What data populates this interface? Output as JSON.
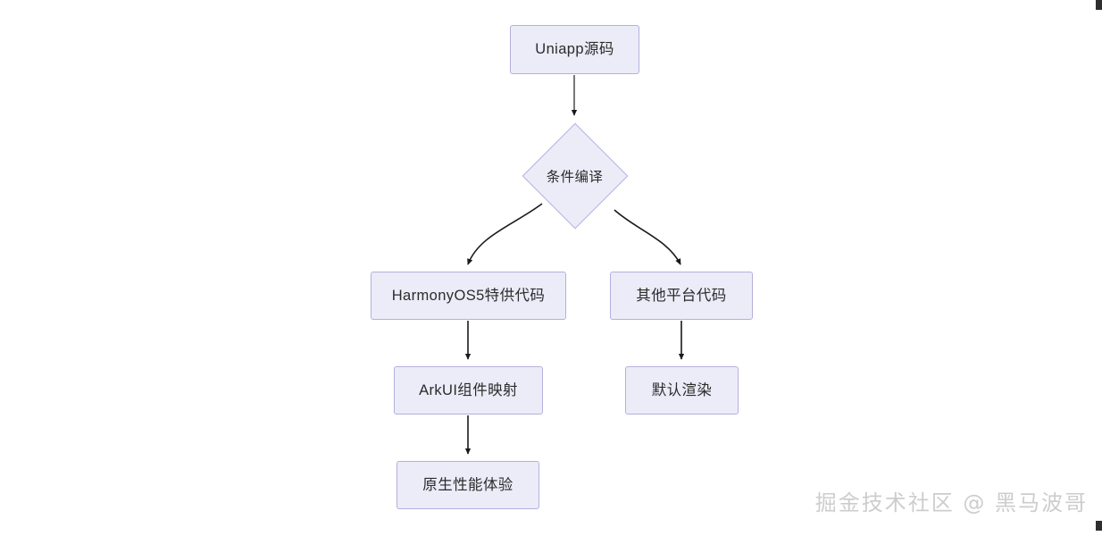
{
  "diagram": {
    "type": "flowchart",
    "direction": "top-down",
    "title": "Uniapp HarmonyOS5 conditional compilation flow",
    "nodes": [
      {
        "id": "source",
        "label": "Uniapp源码",
        "shape": "rectangle"
      },
      {
        "id": "decision",
        "label": "条件编译",
        "shape": "diamond"
      },
      {
        "id": "harmony",
        "label": "HarmonyOS5特供代码",
        "shape": "rectangle"
      },
      {
        "id": "other",
        "label": "其他平台代码",
        "shape": "rectangle"
      },
      {
        "id": "arkui",
        "label": "ArkUI组件映射",
        "shape": "rectangle"
      },
      {
        "id": "default",
        "label": "默认渲染",
        "shape": "rectangle"
      },
      {
        "id": "native",
        "label": "原生性能体验",
        "shape": "rectangle"
      }
    ],
    "edges": [
      {
        "from": "source",
        "to": "decision",
        "label": "",
        "style": "straight-arrow"
      },
      {
        "from": "decision",
        "to": "harmony",
        "label": "",
        "style": "curved-arrow"
      },
      {
        "from": "decision",
        "to": "other",
        "label": "",
        "style": "curved-arrow"
      },
      {
        "from": "harmony",
        "to": "arkui",
        "label": "",
        "style": "straight-arrow"
      },
      {
        "from": "other",
        "to": "default",
        "label": "",
        "style": "straight-arrow"
      },
      {
        "from": "arkui",
        "to": "native",
        "label": "",
        "style": "straight-arrow"
      }
    ],
    "colors": {
      "node_fill": "#ececf9",
      "node_border": "#b3b0dc",
      "node_text": "#2b2b2b",
      "edge": "#1a1a1a",
      "background": "#ffffff",
      "watermark_text": "#cdcdcd"
    }
  },
  "watermark": {
    "text": "掘金技术社区 @ 黑马波哥"
  }
}
